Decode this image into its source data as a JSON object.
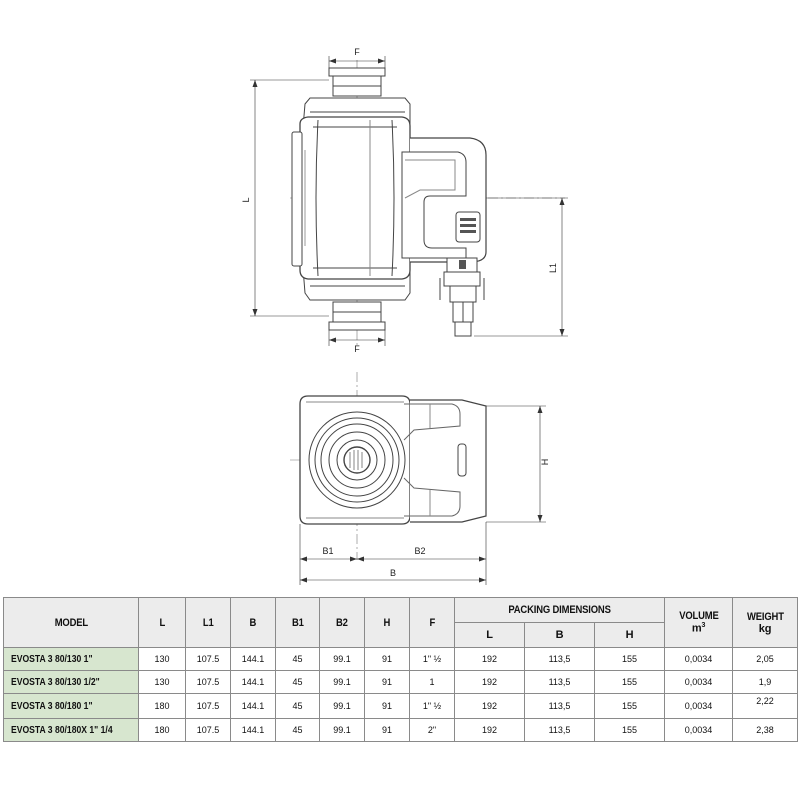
{
  "drawing": {
    "labels": {
      "F_top": "F",
      "F_bottom": "F",
      "L": "L",
      "L1": "L1",
      "H": "H",
      "B1": "B1",
      "B2": "B2",
      "B": "B"
    }
  },
  "table": {
    "headers": {
      "model": "MODEL",
      "L": "L",
      "L1": "L1",
      "B": "B",
      "B1": "B1",
      "B2": "B2",
      "H": "H",
      "F": "F",
      "packing": "PACKING DIMENSIONS",
      "pack_L": "L",
      "pack_B": "B",
      "pack_H": "H",
      "volume": "VOLUME",
      "volume_unit": "m",
      "volume_exp": "3",
      "weight": "WEIGHT",
      "weight_unit": "kg"
    },
    "rows": [
      {
        "model": "EVOSTA 3 80/130 1\"",
        "L": "130",
        "L1": "107.5",
        "B": "144.1",
        "B1": "45",
        "B2": "99.1",
        "H": "91",
        "F": "1\" ½",
        "pL": "192",
        "pB": "113,5",
        "pH": "155",
        "volume": "0,0034",
        "weight": "2,05"
      },
      {
        "model": "EVOSTA 3 80/130 1/2\"",
        "L": "130",
        "L1": "107.5",
        "B": "144.1",
        "B1": "45",
        "B2": "99.1",
        "H": "91",
        "F": "1",
        "pL": "192",
        "pB": "113,5",
        "pH": "155",
        "volume": "0,0034",
        "weight": "1,9"
      },
      {
        "model": "EVOSTA 3 80/180 1\"",
        "L": "180",
        "L1": "107.5",
        "B": "144.1",
        "B1": "45",
        "B2": "99.1",
        "H": "91",
        "F": "1\" ½",
        "pL": "192",
        "pB": "113,5",
        "pH": "155",
        "volume": "0,0034",
        "weight": "2,22"
      },
      {
        "model": "EVOSTA 3 80/180X 1\" 1/4",
        "L": "180",
        "L1": "107.5",
        "B": "144.1",
        "B1": "45",
        "B2": "99.1",
        "H": "91",
        "F": "2\"",
        "pL": "192",
        "pB": "113,5",
        "pH": "155",
        "volume": "0,0034",
        "weight": "2,38"
      }
    ]
  }
}
